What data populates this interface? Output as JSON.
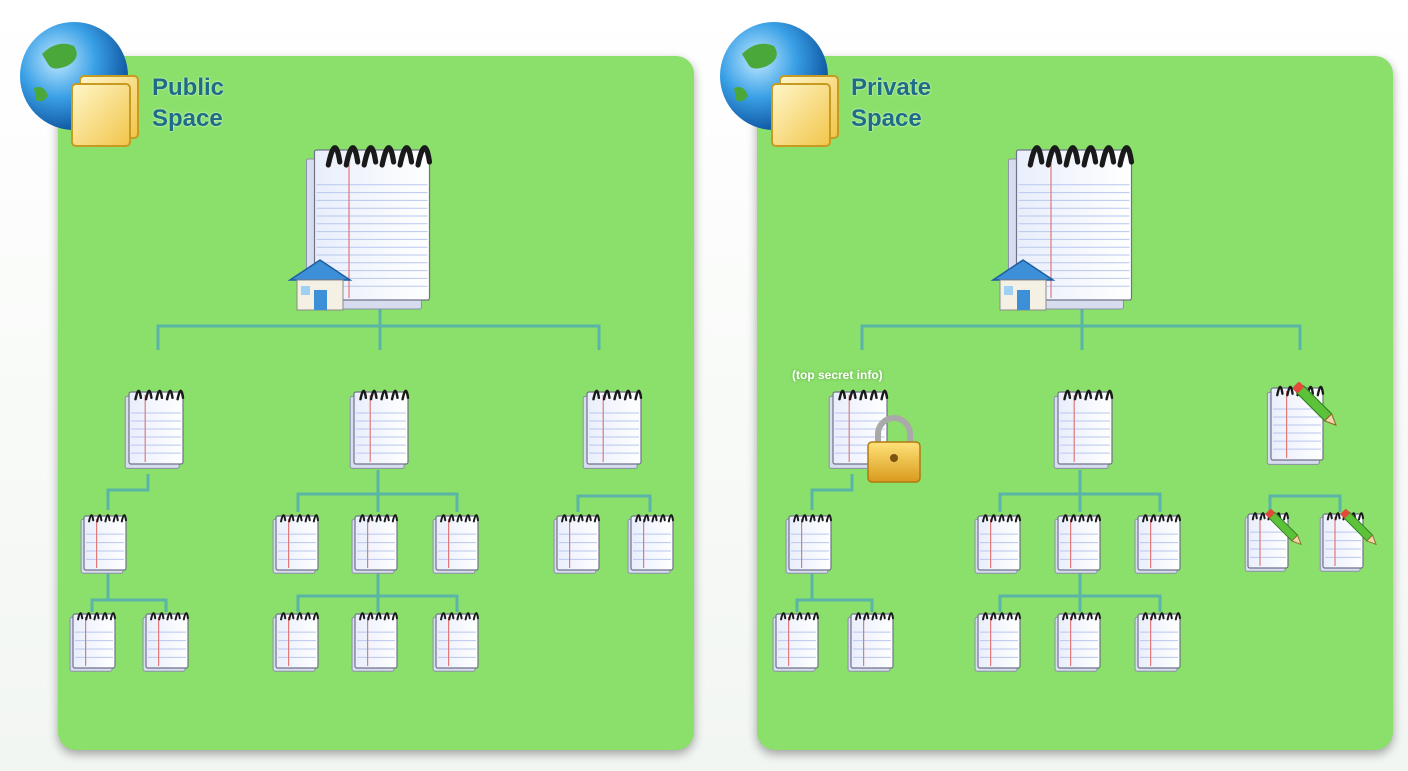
{
  "panels": {
    "public": {
      "title_line1": "Public",
      "title_line2": "Space",
      "color": "#8ae06a"
    },
    "private": {
      "title_line1": "Private",
      "title_line2": "Space",
      "color": "#8ae06a",
      "secret_label": "(top secret info)"
    }
  },
  "icons": [
    "globe-folder-icon",
    "notebook-icon",
    "home-icon",
    "lock-icon",
    "pencil-icon"
  ],
  "colors": {
    "connector": "#5ab5a8",
    "title": "#1d6d86"
  }
}
